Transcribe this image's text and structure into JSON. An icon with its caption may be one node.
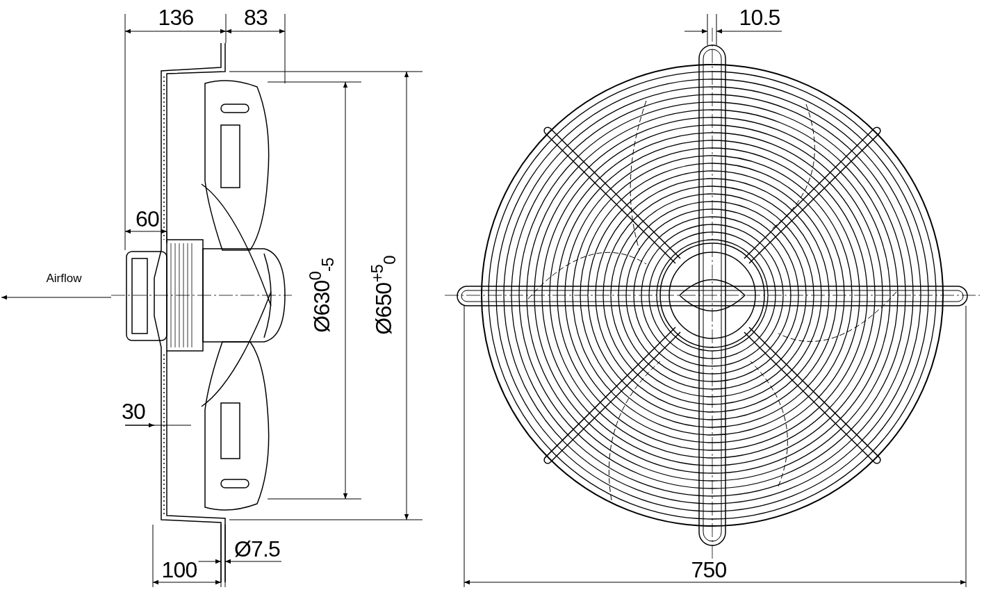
{
  "diagram": {
    "labels": [
      "136",
      "83",
      "10.5",
      "60",
      "Airflow",
      "Ø630$^{0}$$_{-5}$",
      "Ø650$^{+5}$$_{0}$",
      "30",
      "Ø7.5",
      "100",
      "750"
    ]
  }
}
